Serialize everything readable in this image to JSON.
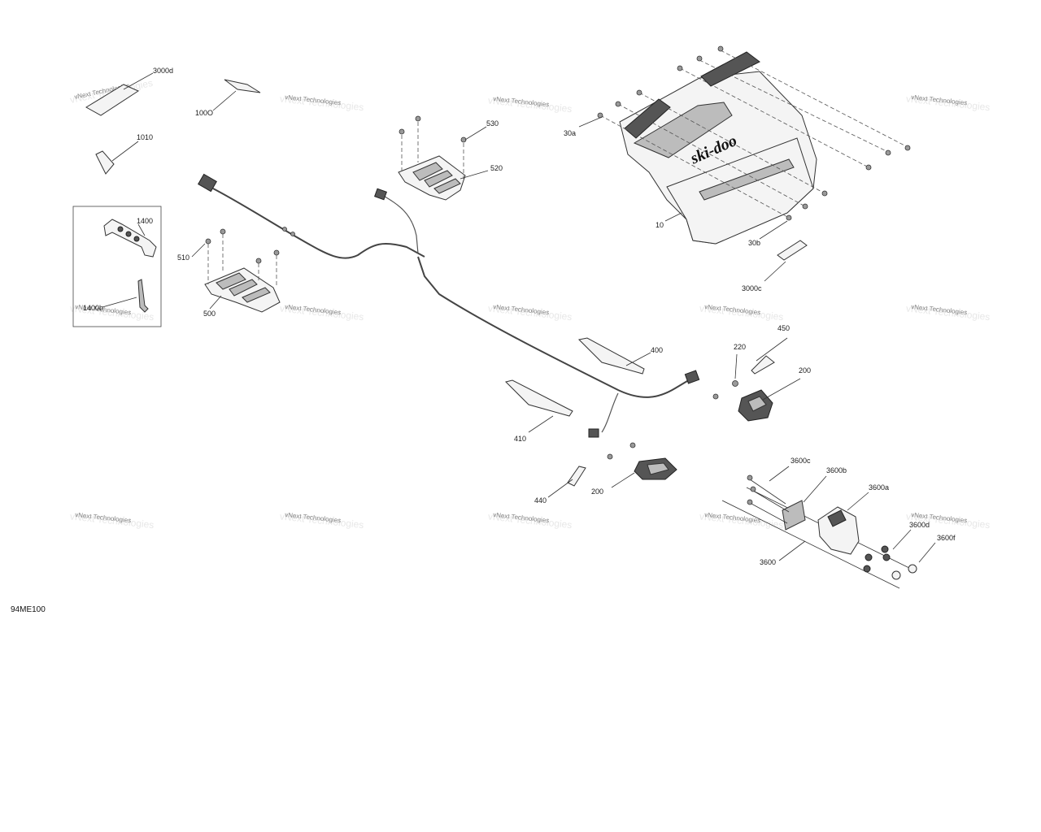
{
  "figure_id": "94ME100",
  "watermark": "vNext Technologies",
  "labels": [
    {
      "id": "3000d",
      "text": "3000d"
    },
    {
      "id": "1000",
      "text": "100O"
    },
    {
      "id": "1010",
      "text": "1010"
    },
    {
      "id": "1400",
      "text": "1400"
    },
    {
      "id": "1400b",
      "text": "1400b"
    },
    {
      "id": "530",
      "text": "530"
    },
    {
      "id": "520",
      "text": "520"
    },
    {
      "id": "510",
      "text": "510"
    },
    {
      "id": "500",
      "text": "500"
    },
    {
      "id": "30a",
      "text": "30a"
    },
    {
      "id": "10",
      "text": "10"
    },
    {
      "id": "30b",
      "text": "30b"
    },
    {
      "id": "3000c",
      "text": "3000c"
    },
    {
      "id": "450",
      "text": "450"
    },
    {
      "id": "400",
      "text": "400"
    },
    {
      "id": "220",
      "text": "220"
    },
    {
      "id": "200a",
      "text": "200"
    },
    {
      "id": "410",
      "text": "410"
    },
    {
      "id": "440",
      "text": "440"
    },
    {
      "id": "200b",
      "text": "200"
    },
    {
      "id": "3600c",
      "text": "3600c"
    },
    {
      "id": "3600b",
      "text": "3600b"
    },
    {
      "id": "3600a",
      "text": "3600a"
    },
    {
      "id": "3600d",
      "text": "3600d"
    },
    {
      "id": "3600f",
      "text": "3600f"
    },
    {
      "id": "3600",
      "text": "3600"
    }
  ],
  "brand_logo": "ski-doo",
  "icons": {
    "rear_bumper": "rear-bumper-icon",
    "tail_light": "tail-light-icon",
    "wiring_harness": "wiring-harness-icon",
    "mounting_plate": "mounting-plate-icon",
    "hitch": "hitch-bracket-icon",
    "wrench": "wrench-icon",
    "hex_key": "hex-key-icon"
  }
}
